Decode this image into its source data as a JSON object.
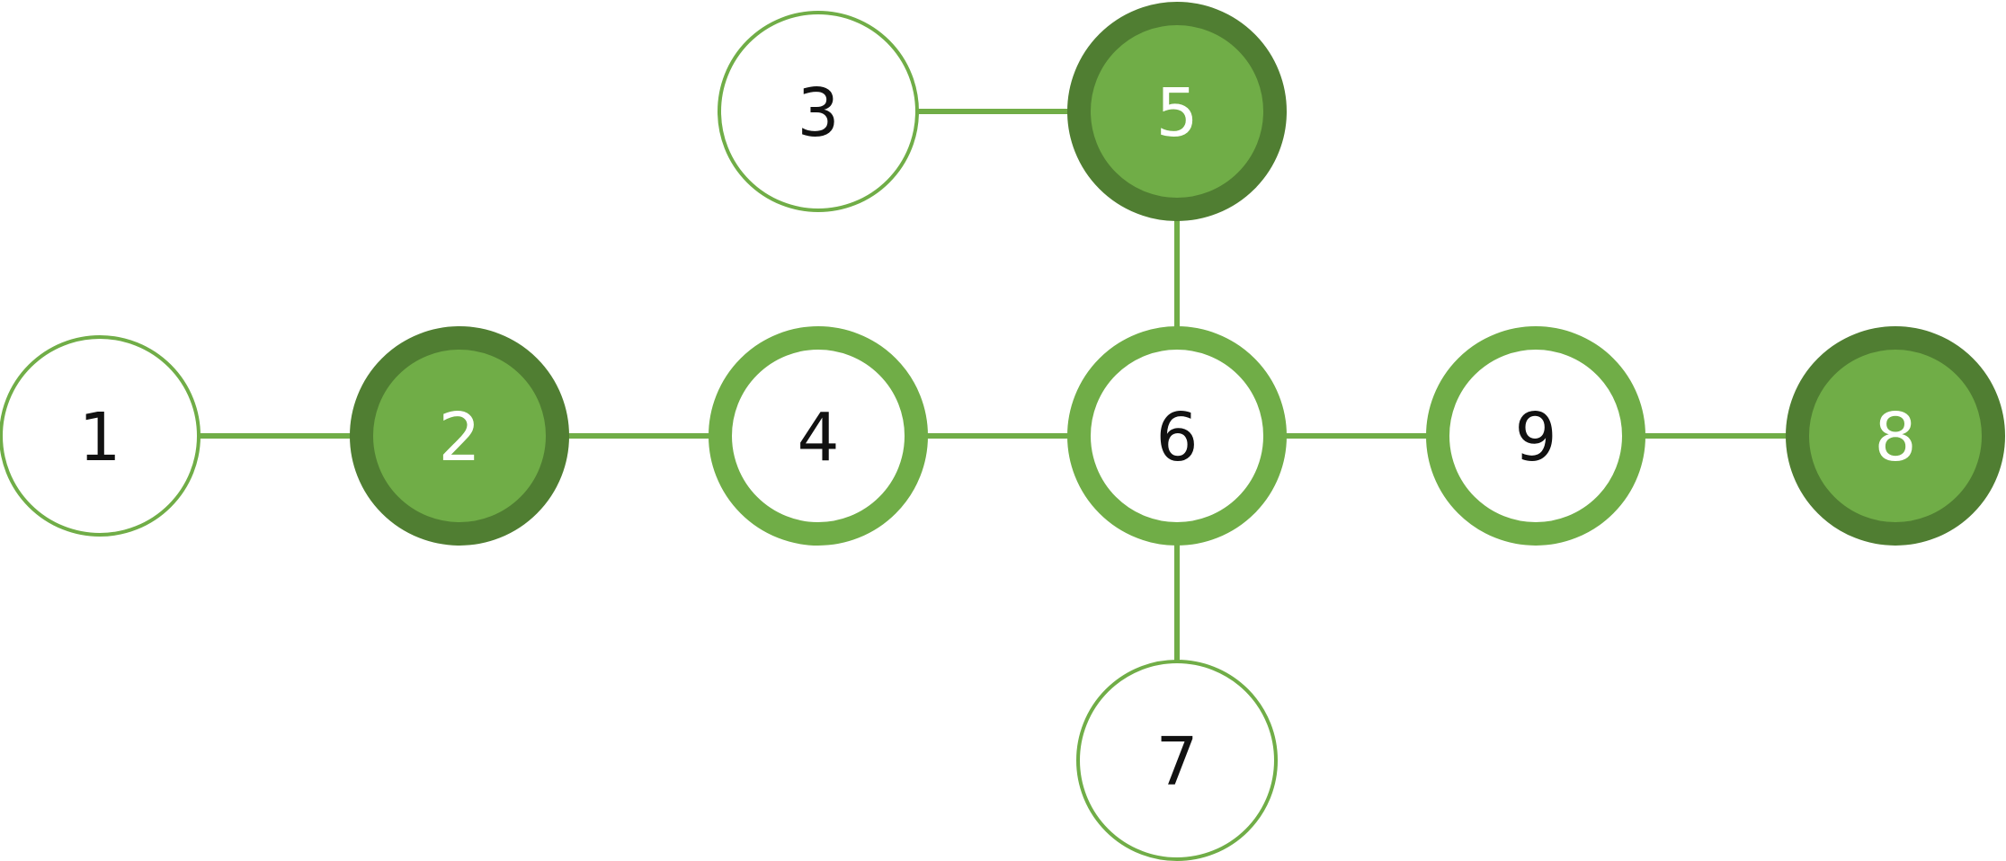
{
  "colors": {
    "background": "#ffffff",
    "edge": "#70ad47",
    "ring_light": "#70ad47",
    "ring_dark": "#507e32",
    "fill_green": "#70ad47",
    "fill_white": "#ffffff",
    "text_dark": "#111111",
    "text_light": "#ffffff"
  },
  "nodes": [
    {
      "id": "1",
      "label": "1",
      "style": "thin"
    },
    {
      "id": "2",
      "label": "2",
      "style": "filled"
    },
    {
      "id": "3",
      "label": "3",
      "style": "thin"
    },
    {
      "id": "4",
      "label": "4",
      "style": "thick"
    },
    {
      "id": "5",
      "label": "5",
      "style": "filled"
    },
    {
      "id": "6",
      "label": "6",
      "style": "thick"
    },
    {
      "id": "7",
      "label": "7",
      "style": "thin"
    },
    {
      "id": "8",
      "label": "8",
      "style": "filled"
    },
    {
      "id": "9",
      "label": "9",
      "style": "thick"
    }
  ],
  "edges": [
    {
      "from": "1",
      "to": "2"
    },
    {
      "from": "2",
      "to": "4"
    },
    {
      "from": "4",
      "to": "6"
    },
    {
      "from": "6",
      "to": "9"
    },
    {
      "from": "9",
      "to": "8"
    },
    {
      "from": "3",
      "to": "5"
    },
    {
      "from": "5",
      "to": "6"
    },
    {
      "from": "6",
      "to": "7"
    }
  ]
}
